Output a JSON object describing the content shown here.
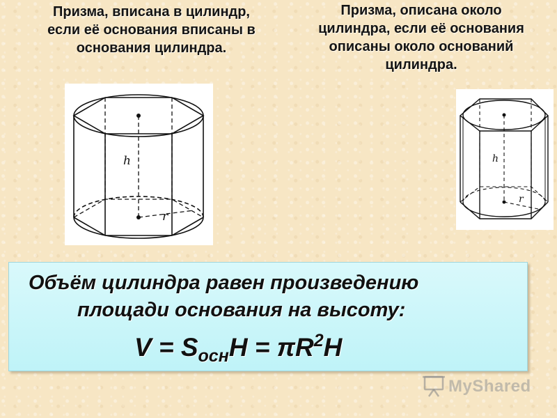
{
  "captions": {
    "left": "Призма, вписана в цилиндр, если её основания вписаны в основания цилиндра.",
    "right": "Призма, описана около цилиндра, если её основания описаны около оснований цилиндра."
  },
  "figures": {
    "left_labels": {
      "height": "h",
      "radius": "r"
    },
    "right_labels": {
      "height": "h",
      "radius": "r"
    }
  },
  "formula_box": {
    "statement_line1": "Объём цилиндра равен произведению",
    "statement_line2": "площади основания на высоту:",
    "formula_parts": {
      "v": "V = S",
      "sub": "осн",
      "mid": "H = πR",
      "sup": "2",
      "end": "H"
    },
    "background": "#c8f5f9"
  },
  "watermark": {
    "text": "MyShared",
    "icon": "presentation-board-icon"
  }
}
